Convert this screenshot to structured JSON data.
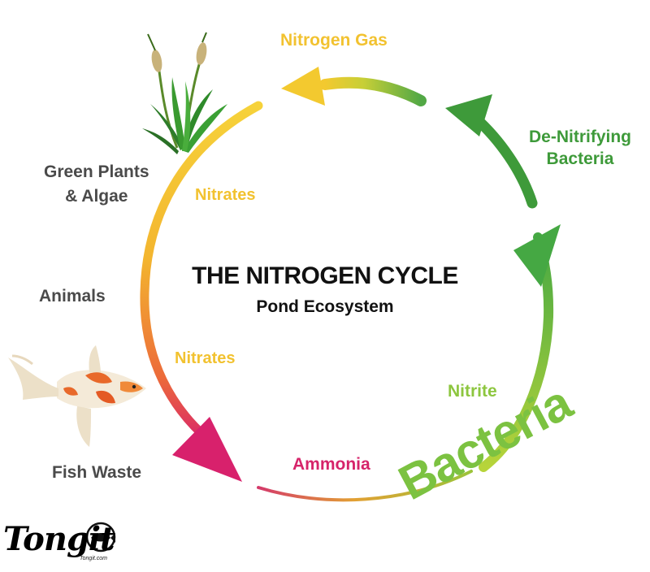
{
  "title": "THE NITROGEN CYCLE",
  "subtitle": "Pond Ecosystem",
  "labels": {
    "nitrogen_gas": "Nitrogen Gas",
    "denitrifying_bacteria_line1": "De-Nitrifying",
    "denitrifying_bacteria_line2": "Bacteria",
    "green_plants_line1": "Green Plants",
    "green_plants_line2": "& Algae",
    "nitrates_top": "Nitrates",
    "animals": "Animals",
    "nitrates_bottom": "Nitrates",
    "fish_waste": "Fish Waste",
    "ammonia": "Ammonia",
    "nitrite": "Nitrite",
    "bacteria": "Bacteria"
  },
  "watermark": {
    "logo_text": "Tongit",
    "logo_sub": "Tongit.com"
  },
  "icons": [
    "cattail-plant-icon",
    "koi-fish-icon",
    "fish-logo-icon"
  ],
  "colors": {
    "yellow": "#f2c230",
    "orange": "#ee7f2a",
    "magenta": "#d6246a",
    "green_light": "#8dc63f",
    "green_dark": "#3e9a3a",
    "gray_text": "#4a4a4a"
  }
}
